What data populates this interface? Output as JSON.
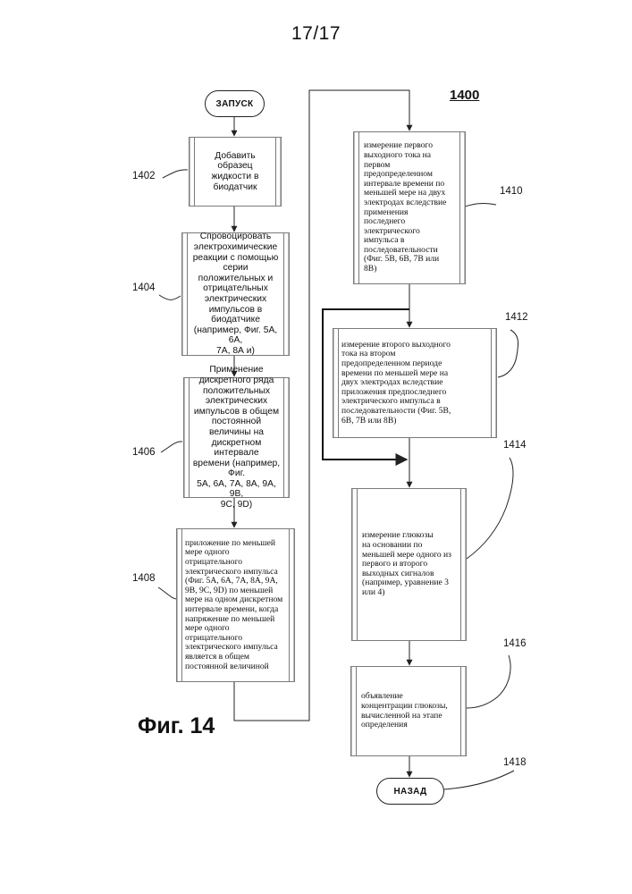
{
  "sheet_number": "17/17",
  "figure_label": "Фиг. 14",
  "diagram_ref": "1400",
  "terminals": {
    "start": "ЗАПУСК",
    "end": "НАЗАД"
  },
  "steps": {
    "s1402": {
      "ref": "1402",
      "text": "Добавить образец\nжидкости в\nбиодатчик"
    },
    "s1404": {
      "ref": "1404",
      "text": "Спровоцировать\nэлектрохимические\nреакции с помощью\nсерии положительных и\nотрицательных\nэлектрических\nимпульсов в биодатчике\n(например, Фиг. 5А, 6А,\n7А, 8А и)"
    },
    "s1406": {
      "ref": "1406",
      "text": "Применение\nдискретного ряда\nположительных\nэлектрических\nимпульсов в общем\nпостоянной величины на\nдискретном интервале\nвремени (например, Фиг.\n5А, 6А, 7А, 8А, 9А, 9В,\n9С, 9D)"
    },
    "s1408": {
      "ref": "1408",
      "text": "приложение по меньшей\nмере одного\nотрицательного\nэлектрического импульса\n(Фиг. 5А, 6А, 7А, 8А, 9А,\n9В, 9С, 9D) по меньшей\nмере на одном дискретном\nинтервале времени, когда\nнапряжение по меньшей\nмере одного\nотрицательного\nэлектрического импульса\nявляется в общем\nпостоянной величиной"
    },
    "s1410": {
      "ref": "1410",
      "text": "измерение первого\nвыходного тока на\nпервом\nпредопределенном\nинтервале времени по\nменьшей мере на двух\nэлектродах вследствие\nприменения\nпоследнего\nэлектрического\nимпульса в\nпоследовательности\n(Фиг. 5В, 6В, 7В или\n8В)"
    },
    "s1412": {
      "ref": "1412",
      "text": "измерение второго выходного\nтока на втором\nпредопределенном периоде\nвремени по меньшей мере на\nдвух электродах вследствие\nприложения предпоследнего\nэлектрического импульса в\nпоследовательности (Фиг. 5В,\n6В, 7В или 8В)"
    },
    "s1414": {
      "ref": "1414",
      "text": "измерение глюкозы\nна основании по\nменьшей мере одного из\nпервого и второго\nвыходных сигналов\n(например, уравнение 3\nили 4)"
    },
    "s1416": {
      "ref": "1416",
      "text": "объявление\nконцентрации глюкозы,\nвычисленной на этапе\nопределения"
    },
    "end_ref": "1418"
  }
}
